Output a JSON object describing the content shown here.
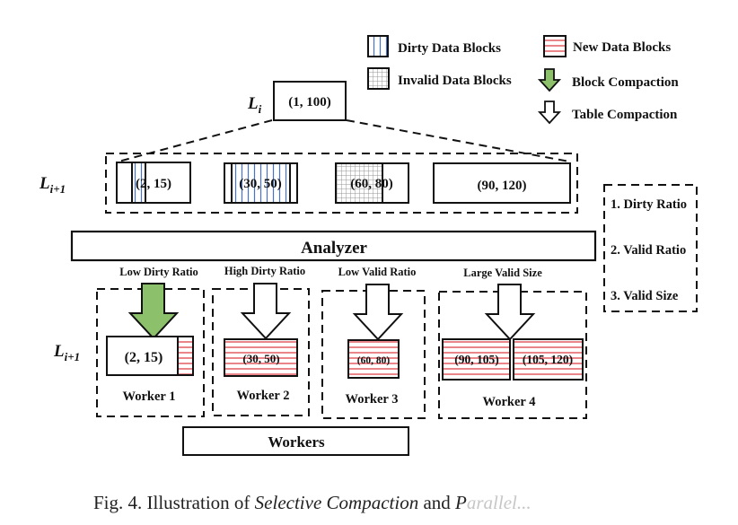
{
  "legend": {
    "dirty_blocks": "Dirty Data Blocks",
    "new_blocks": "New Data Blocks",
    "invalid_blocks": "Invalid Data Blocks",
    "block_compaction": "Block Compaction",
    "table_compaction": "Table Compaction"
  },
  "level_i": {
    "label": "L",
    "sub": "i",
    "range": "(1, 100)"
  },
  "level_i1": {
    "label": "L",
    "sub": "i+1",
    "blocks": [
      {
        "range": "(2, 15)",
        "kind": "partially-dirty"
      },
      {
        "range": "(30, 50)",
        "kind": "dirty"
      },
      {
        "range": "(60, 80)",
        "kind": "partially-invalid"
      },
      {
        "range": "(90, 120)",
        "kind": "clean"
      }
    ]
  },
  "metrics": [
    "1. Dirty Ratio",
    "2. Valid Ratio",
    "3. Valid Size"
  ],
  "analyzer": {
    "label": "Analyzer"
  },
  "decisions": [
    {
      "label": "Low Dirty Ratio",
      "arrow": "block-compaction"
    },
    {
      "label": "High Dirty Ratio",
      "arrow": "table-compaction"
    },
    {
      "label": "Low Valid Ratio",
      "arrow": "table-compaction"
    },
    {
      "label": "Large Valid Size",
      "arrow": "table-compaction"
    }
  ],
  "output_level": {
    "label": "L",
    "sub": "i+1"
  },
  "workers": [
    {
      "name": "Worker 1",
      "blocks": [
        "(2, 15)"
      ]
    },
    {
      "name": "Worker 2",
      "blocks": [
        "(30, 50)"
      ]
    },
    {
      "name": "Worker 3",
      "blocks": [
        "(60, 80)"
      ]
    },
    {
      "name": "Worker 4",
      "blocks": [
        "(90, 105)",
        "(105, 120)"
      ]
    }
  ],
  "workers_bar": {
    "label": "Workers"
  },
  "caption": {
    "prefix": "Fig. 4.  Illustration of ",
    "em1": "Selective Compaction",
    "mid": " and ",
    "em2_visible": "P",
    "em2_faded": "arallel..."
  },
  "colors": {
    "dirty_stripe": "#4a72c4",
    "new_stripe": "#d9232a",
    "invalid_grid": "#8a8a8a",
    "block_arrow_fill": "#8cc06a",
    "stroke": "#111111"
  }
}
